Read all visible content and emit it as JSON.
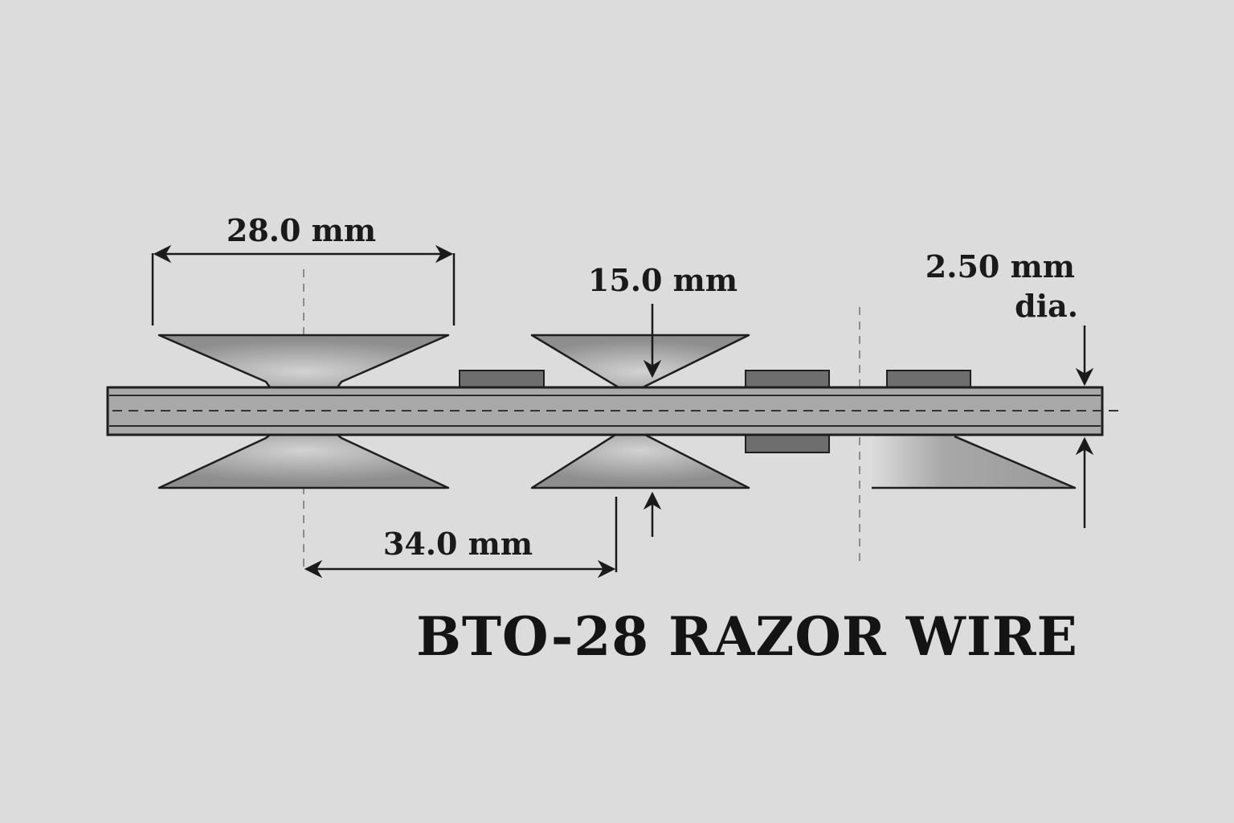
{
  "title": "BTO-28 RAZOR WIRE",
  "dimensions": {
    "barb_length": "28.0 mm",
    "barb_width": "15.0 mm",
    "barb_spacing": "34.0 mm",
    "core_wire_line1": "2.50 mm",
    "core_wire_line2": "dia."
  },
  "colors": {
    "background": "#dcdcdc",
    "outline": "#1e1e1e",
    "barb_fill": "#9a9a9a",
    "wire_fill": "#a9a9a9",
    "clip_fill": "#6e6e6e",
    "centerline": "#8c8c8c"
  }
}
